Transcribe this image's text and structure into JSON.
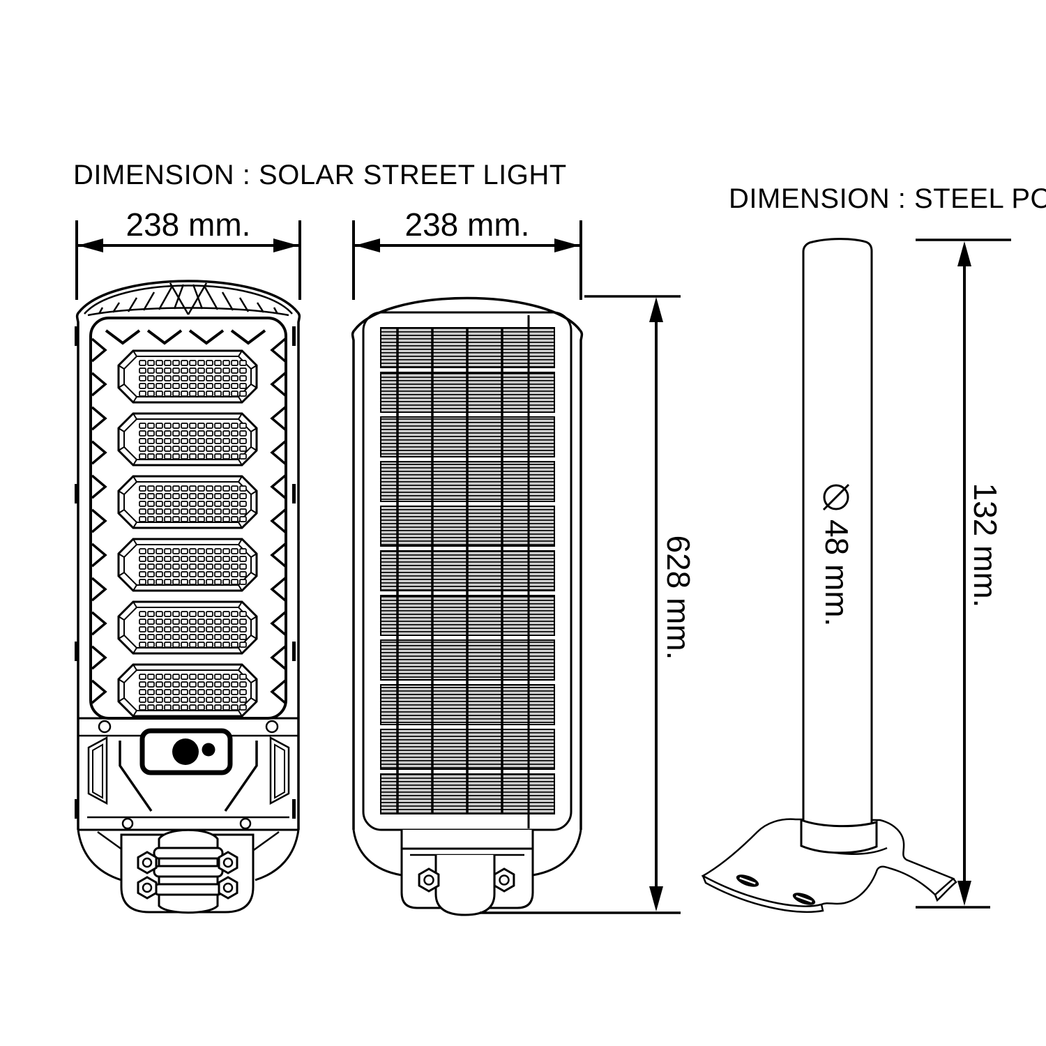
{
  "drawing": {
    "background_color": "#ffffff",
    "ink_color": "#000000",
    "solar_street_light": {
      "title": "DIMENSION : SOLAR STREET LIGHT",
      "front_view": {
        "width_label": "238 mm.",
        "led_module_count": 6
      },
      "rear_view": {
        "width_label": "238 mm.",
        "height_label": "628 mm."
      }
    },
    "steel_pole": {
      "title": "DIMENSION : STEEL POLE",
      "diameter": {
        "symbol": "∅",
        "value_label": "48 mm."
      },
      "height_label": "132 mm."
    }
  }
}
